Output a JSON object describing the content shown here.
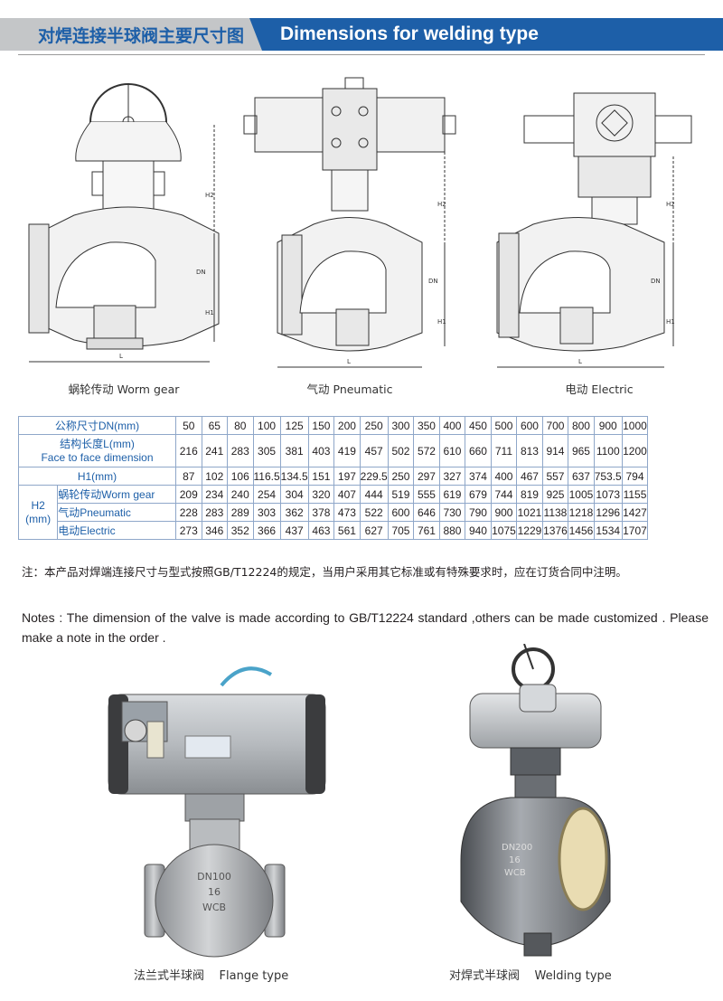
{
  "header": {
    "title_cn": "对焊连接半球阀主要尺寸图",
    "title_en": "Dimensions for welding type"
  },
  "drawings": {
    "dim_labels": {
      "h2": "H2",
      "dn": "DN",
      "h1": "H1",
      "l": "L"
    },
    "captions": [
      "蜗轮传动 Worm gear",
      "气动 Pneumatic",
      "电动 Electric"
    ]
  },
  "table": {
    "rows": [
      {
        "label": "公称尺寸DN(mm)",
        "values": [
          "50",
          "65",
          "80",
          "100",
          "125",
          "150",
          "200",
          "250",
          "300",
          "350",
          "400",
          "450",
          "500",
          "600",
          "700",
          "800",
          "900",
          "1000"
        ]
      },
      {
        "label": "结构长度L(mm)",
        "label2": "Face to face dimension",
        "values": [
          "216",
          "241",
          "283",
          "305",
          "381",
          "403",
          "419",
          "457",
          "502",
          "572",
          "610",
          "660",
          "711",
          "813",
          "914",
          "965",
          "1100",
          "1200"
        ]
      },
      {
        "label": "H1(mm)",
        "values": [
          "87",
          "102",
          "106",
          "116.5",
          "134.5",
          "151",
          "197",
          "229.5",
          "250",
          "297",
          "327",
          "374",
          "400",
          "467",
          "557",
          "637",
          "753.5",
          "794"
        ]
      },
      {
        "group": "H2",
        "group2": "(mm)",
        "label": "蜗轮传动Worm gear",
        "values": [
          "209",
          "234",
          "240",
          "254",
          "304",
          "320",
          "407",
          "444",
          "519",
          "555",
          "619",
          "679",
          "744",
          "819",
          "925",
          "1005",
          "1073",
          "1155"
        ]
      },
      {
        "label": "气动Pneumatic",
        "values": [
          "228",
          "283",
          "289",
          "303",
          "362",
          "378",
          "473",
          "522",
          "600",
          "646",
          "730",
          "790",
          "900",
          "1021",
          "1138",
          "1218",
          "1296",
          "1427"
        ]
      },
      {
        "label": "电动Electric",
        "values": [
          "273",
          "346",
          "352",
          "366",
          "437",
          "463",
          "561",
          "627",
          "705",
          "761",
          "880",
          "940",
          "1075",
          "1229",
          "1376",
          "1456",
          "1534",
          "1707"
        ]
      }
    ]
  },
  "notes": {
    "cn": "注：本产品对焊端连接尺寸与型式按照GB/T12224的规定，当用户采用其它标准或有特殊要求时，应在订货合同中注明。",
    "en": "Notes : The dimension of the valve is made according to GB/T12224 standard ,others can be made customized . Please make a note in the order ."
  },
  "photos": {
    "flange_caption": "法兰式半球阀    Flange type",
    "welding_caption": "对焊式半球阀    Welding type",
    "flange_marking": [
      "DN100",
      "16",
      "WCB"
    ],
    "welding_marking": [
      "DN200",
      "16",
      "WCB"
    ]
  }
}
